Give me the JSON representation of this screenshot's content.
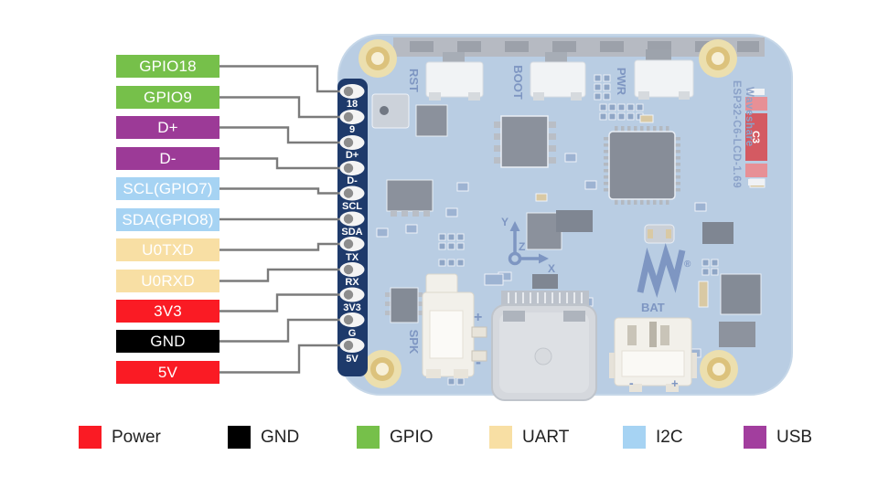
{
  "pins": [
    {
      "label": "GPIO18",
      "pad": "18",
      "color": "#76c04a",
      "category": "GPIO"
    },
    {
      "label": "GPIO9",
      "pad": "9",
      "color": "#76c04a",
      "category": "GPIO"
    },
    {
      "label": "D+",
      "pad": "D+",
      "color": "#9c3a97",
      "category": "USB"
    },
    {
      "label": "D-",
      "pad": "D-",
      "color": "#9c3a97",
      "category": "USB"
    },
    {
      "label": "SCL(GPIO7)",
      "pad": "SCL",
      "color": "#a6d3f3",
      "category": "I2C"
    },
    {
      "label": "SDA(GPIO8)",
      "pad": "SDA",
      "color": "#a6d3f3",
      "category": "I2C"
    },
    {
      "label": "U0TXD",
      "pad": "TX",
      "color": "#f8dfa4",
      "category": "UART"
    },
    {
      "label": "U0RXD",
      "pad": "RX",
      "color": "#f8dfa4",
      "category": "UART"
    },
    {
      "label": "3V3",
      "pad": "3V3",
      "color": "#fa1b24",
      "category": "Power"
    },
    {
      "label": "GND",
      "pad": "G",
      "color": "#000000",
      "category": "GND"
    },
    {
      "label": "5V",
      "pad": "5V",
      "color": "#fa1b24",
      "category": "Power"
    }
  ],
  "legend": [
    {
      "label": "Power",
      "color": "#fa1b24"
    },
    {
      "label": "GND",
      "color": "#000000"
    },
    {
      "label": "GPIO",
      "color": "#76c04a"
    },
    {
      "label": "UART",
      "color": "#f8dfa4"
    },
    {
      "label": "I2C",
      "color": "#a6d3f3"
    },
    {
      "label": "USB",
      "color": "#a23e9e"
    }
  ],
  "board": {
    "title_line1": "ESP32-C6-LCD-1.69",
    "title_line2": "Waveshare",
    "silkscreen": {
      "rst": "RST",
      "boot": "BOOT",
      "pwr": "PWR",
      "spk": "SPK",
      "bat": "BAT",
      "c3": "C3",
      "registered": "®",
      "axis_x": "X",
      "axis_y": "Y",
      "axis_z": "Z",
      "spk_plus": "+",
      "spk_minus": "-",
      "bat_plus": "+",
      "bat_minus": "-"
    },
    "colors": {
      "pin_strip": "#1e3a6b",
      "connector_line": "#7b7b7b",
      "pcb": "#b9cde3"
    }
  }
}
